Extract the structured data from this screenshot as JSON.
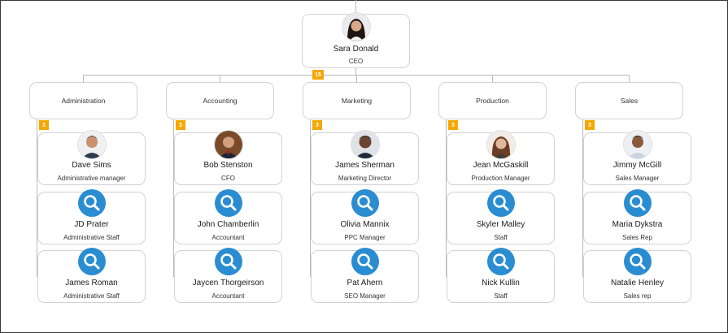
{
  "ceo": {
    "name": "Sara Donald",
    "title": "CEO",
    "count": "15",
    "avatar": "woman-photo-avatar"
  },
  "departments": [
    {
      "label": "Administration",
      "count": "3",
      "employees": [
        {
          "name": "Dave Sims",
          "title": "Administrative manager",
          "avatar": "man-photo-avatar"
        },
        {
          "name": "JD Prater",
          "title": "Administrative Staff",
          "avatar": "search-icon"
        },
        {
          "name": "James Roman",
          "title": "Administrative Staff",
          "avatar": "search-icon"
        }
      ]
    },
    {
      "label": "Accounting",
      "count": "3",
      "employees": [
        {
          "name": "Bob Stenston",
          "title": "CFO",
          "avatar": "man-photo-avatar"
        },
        {
          "name": "John Chamberlin",
          "title": "Accountant",
          "avatar": "search-icon"
        },
        {
          "name": "Jaycen Thorgeirson",
          "title": "Accountant",
          "avatar": "search-icon"
        }
      ]
    },
    {
      "label": "Marketing",
      "count": "3",
      "employees": [
        {
          "name": "James Sherman",
          "title": "Marketing Director",
          "avatar": "man-photo-avatar"
        },
        {
          "name": "Olivia Mannix",
          "title": "PPC Manager",
          "avatar": "search-icon"
        },
        {
          "name": "Pat Ahern",
          "title": "SEO Manager",
          "avatar": "search-icon"
        }
      ]
    },
    {
      "label": "Production",
      "count": "3",
      "employees": [
        {
          "name": "Jean McGaskill",
          "title": "Production Manager",
          "avatar": "woman-photo-avatar"
        },
        {
          "name": "Skyler Malley",
          "title": "Staff",
          "avatar": "search-icon"
        },
        {
          "name": "Nick Kullin",
          "title": "Staff",
          "avatar": "search-icon"
        }
      ]
    },
    {
      "label": "Sales",
      "count": "3",
      "employees": [
        {
          "name": "Jimmy McGill",
          "title": "Sales Manager",
          "avatar": "man-photo-avatar"
        },
        {
          "name": "Maria Dykstra",
          "title": "Sales Rep",
          "avatar": "search-icon"
        },
        {
          "name": "Natalie Henley",
          "title": "Sales rep",
          "avatar": "search-icon"
        }
      ]
    }
  ],
  "colors": {
    "badge": "#f5a700",
    "search_avatar": "#2a8dd1",
    "connector": "#b9b9b9",
    "card_border": "#d2d2d2"
  }
}
